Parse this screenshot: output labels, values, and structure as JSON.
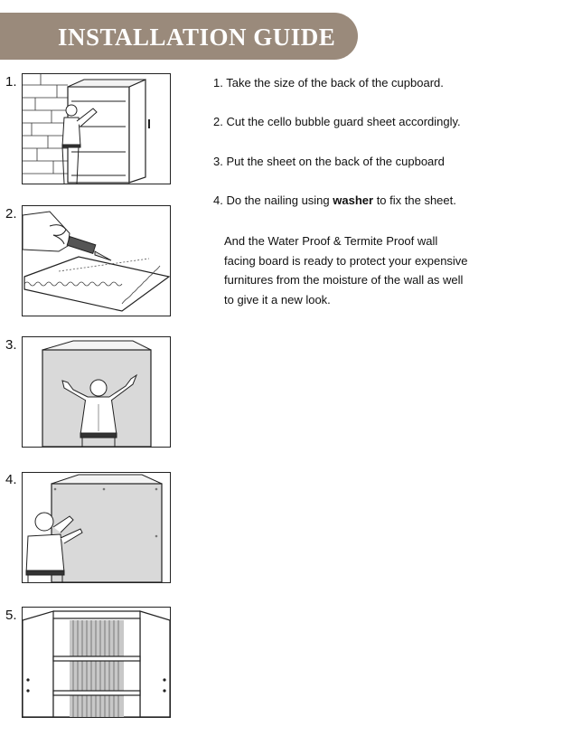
{
  "banner": {
    "title": "INSTALLATION GUIDE"
  },
  "figures": [
    {
      "number": "1."
    },
    {
      "number": "2."
    },
    {
      "number": "3."
    },
    {
      "number": "4."
    },
    {
      "number": "5."
    }
  ],
  "steps": [
    {
      "text": "1. Take the size of the back of the cupboard."
    },
    {
      "text": "2. Cut the cello bubble guard sheet accordingly."
    },
    {
      "text": "3. Put the sheet on the back of the cupboard"
    },
    {
      "before": "4. Do the nailing using ",
      "bold": "washer",
      "after": " to fix the sheet."
    }
  ],
  "paragraph": {
    "lines": [
      "And the Water Proof & Termite Proof wall",
      "facing board is ready to protect your expensive",
      "furnitures from the moisture of the wall as well",
      "to give it a new look."
    ]
  }
}
